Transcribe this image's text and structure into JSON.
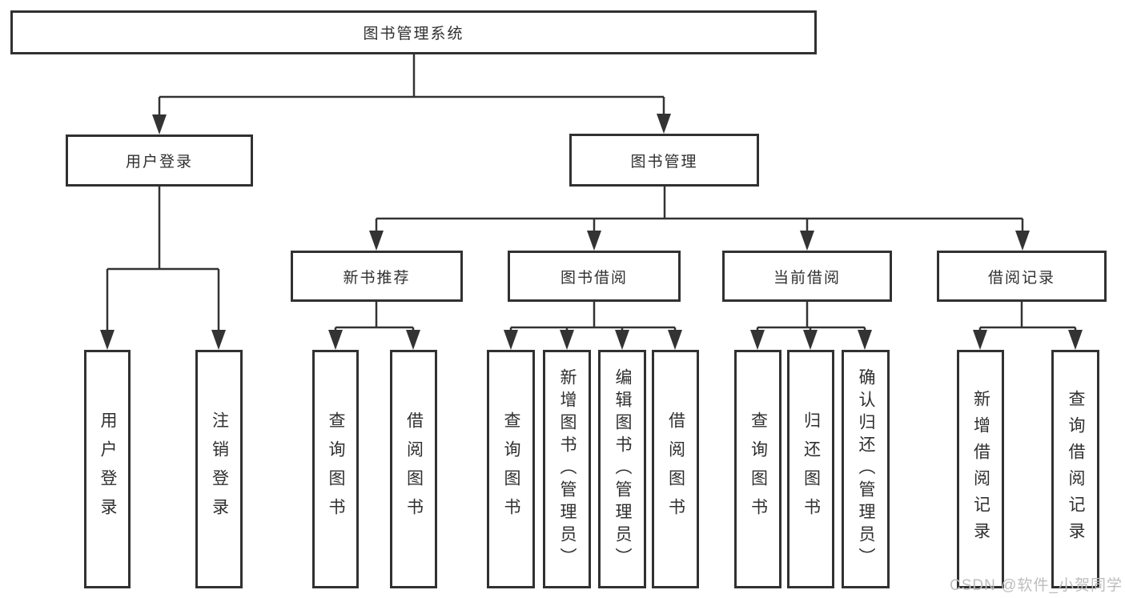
{
  "tree": {
    "root": {
      "label": "图书管理系统"
    },
    "branches": [
      {
        "label": "用户登录",
        "children": [
          {
            "label": "用户登录"
          },
          {
            "label": "注销登录"
          }
        ]
      },
      {
        "label": "图书管理",
        "children": [
          {
            "label": "新书推荐",
            "children": [
              {
                "label": "查询图书"
              },
              {
                "label": "借阅图书"
              }
            ]
          },
          {
            "label": "图书借阅",
            "children": [
              {
                "label": "查询图书"
              },
              {
                "label": "新增图书（管理员）"
              },
              {
                "label": "编辑图书（管理员）"
              },
              {
                "label": "借阅图书"
              }
            ]
          },
          {
            "label": "当前借阅",
            "children": [
              {
                "label": "查询图书"
              },
              {
                "label": "归还图书"
              },
              {
                "label": "确认归还（管理员）"
              }
            ]
          },
          {
            "label": "借阅记录",
            "children": [
              {
                "label": "新增借阅记录"
              },
              {
                "label": "查询借阅记录"
              }
            ]
          }
        ]
      }
    ]
  },
  "watermark": "CSDN @软件_小贺同学",
  "colors": {
    "line": "#333333",
    "box_border": "#313131",
    "text": "#2f2f2f",
    "watermark": "#bdbdbd",
    "background": "#ffffff"
  }
}
